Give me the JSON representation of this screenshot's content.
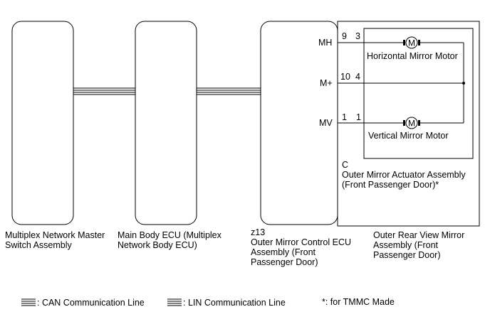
{
  "components": {
    "master_switch": {
      "lines": [
        "Multiplex Network Master",
        "Switch Assembly"
      ]
    },
    "main_body_ecu": {
      "lines": [
        "Main Body ECU (Multiplex",
        "Network Body ECU)"
      ]
    },
    "mirror_control_ecu": {
      "connector": "z13",
      "lines": [
        "Outer Mirror Control ECU",
        "Assembly (Front",
        "Passenger Door)"
      ]
    },
    "rear_view_mirror": {
      "lines": [
        "Outer Rear View Mirror",
        "Assembly (Front",
        "Passenger Door)"
      ]
    },
    "actuator": {
      "connector": "C",
      "lines": [
        "Outer Mirror Actuator Assembly",
        "(Front Passenger Door)*"
      ]
    }
  },
  "terminals": {
    "mh": {
      "name": "MH",
      "ecu_pin": "9",
      "actuator_pin": "3"
    },
    "mplus": {
      "name": "M+",
      "ecu_pin": "10",
      "actuator_pin": "4"
    },
    "mv": {
      "name": "MV",
      "ecu_pin": "1",
      "actuator_pin": "1"
    }
  },
  "motors": {
    "horizontal": {
      "label": "Horizontal Mirror Motor",
      "symbol": "M"
    },
    "vertical": {
      "label": "Vertical Mirror Motor",
      "symbol": "M"
    }
  },
  "legend": {
    "can": ": CAN Communication Line",
    "lin": ": LIN Communication Line",
    "note": "*: for TMMC Made"
  }
}
